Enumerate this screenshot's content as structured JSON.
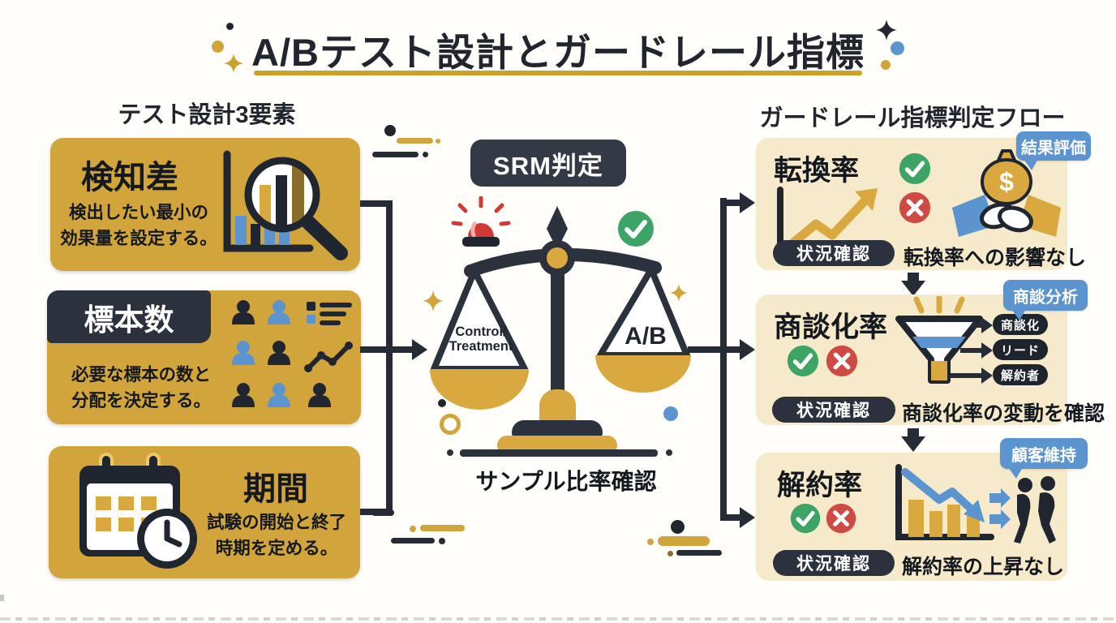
{
  "title": "A/Bテスト設計とガードレール指標",
  "palette": {
    "gold": "#d2a53c",
    "gold_deep": "#c9a227",
    "navy": "#2b313d",
    "cream": "#f6eaca",
    "blue": "#5b94ce",
    "green": "#3ca566",
    "red": "#ce4a43",
    "ink": "#1a1f28",
    "white": "#ffffff"
  },
  "left": {
    "header": "テスト設計3要素",
    "cards": [
      {
        "heading": "検知差",
        "body_line1": "検出したい最小の",
        "body_line2": "効果量を設定する。",
        "icon": "magnifier-bar-chart"
      },
      {
        "heading": "標本数",
        "body_line1": "必要な標本の数と",
        "body_line2": "分配を決定する。",
        "icon": "people-grid"
      },
      {
        "heading": "期間",
        "body_line1": "試験の開始と終了",
        "body_line2": "時期を定める。",
        "icon": "calendar-clock"
      }
    ]
  },
  "center": {
    "title": "SRM判定",
    "left_pan_line1": "Control/",
    "left_pan_line2": "Treatment",
    "right_pan_label": "A/B",
    "caption": "サンプル比率確認",
    "icons": [
      "siren-alert",
      "check-ok"
    ]
  },
  "right": {
    "header": "ガードレール指標判定フロー",
    "cards": [
      {
        "heading": "転換率",
        "badge": "結果評価",
        "status_label": "状況確認",
        "status_text": "転換率への影響なし",
        "money_symbol": "$"
      },
      {
        "heading": "商談化率",
        "badge": "商談分析",
        "status_label": "状況確認",
        "status_text": "商談化率の変動を確認",
        "funnel_labels": [
          "商談化",
          "リード",
          "解約者"
        ]
      },
      {
        "heading": "解約率",
        "badge": "顧客維持",
        "status_label": "状況確認",
        "status_text": "解約率の上昇なし"
      }
    ]
  }
}
